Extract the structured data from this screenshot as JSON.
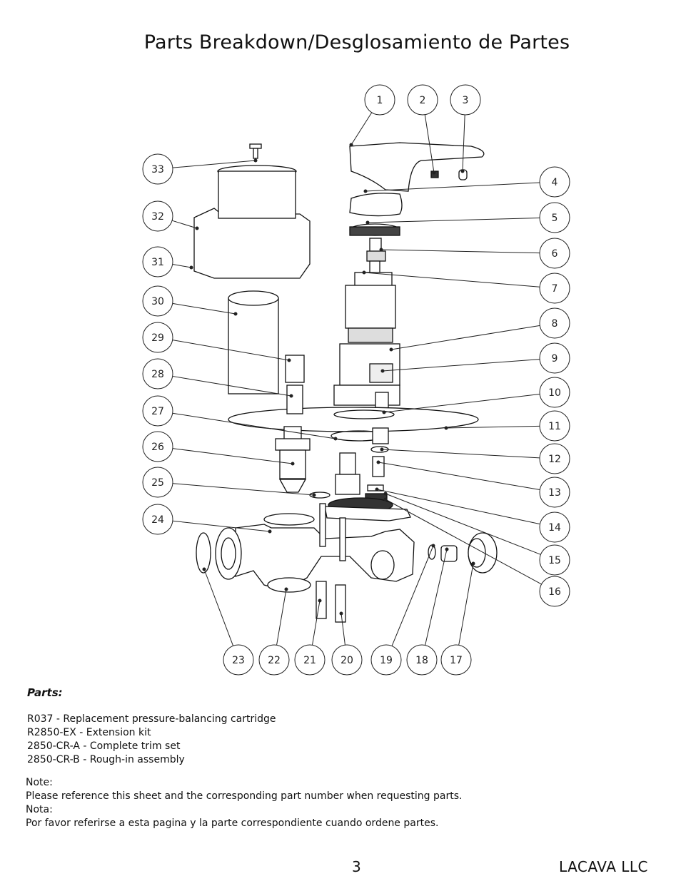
{
  "title": "Parts Breakdown/Desglosamiento de Partes",
  "callouts": [
    "1",
    "2",
    "3",
    "4",
    "5",
    "6",
    "7",
    "8",
    "9",
    "10",
    "11",
    "12",
    "13",
    "14",
    "15",
    "16",
    "17",
    "18",
    "19",
    "20",
    "21",
    "22",
    "23",
    "24",
    "25",
    "26",
    "27",
    "28",
    "29",
    "30",
    "31",
    "32",
    "33"
  ],
  "parts": {
    "heading": "Parts:",
    "items": [
      "R037 - Replacement pressure-balancing cartridge",
      "R2850-EX - Extension kit",
      "2850-CR-A - Complete trim set",
      "2850-CR-B - Rough-in assembly"
    ]
  },
  "notes": {
    "note_label": "Note:",
    "note_text": "Please reference this sheet and the corresponding part number when requesting parts.",
    "nota_label": "Nota:",
    "nota_text": "Por favor referirse a esta pagina y la parte correspondiente cuando ordene partes."
  },
  "footer": {
    "page_number": "3",
    "company": "LACAVA LLC"
  }
}
